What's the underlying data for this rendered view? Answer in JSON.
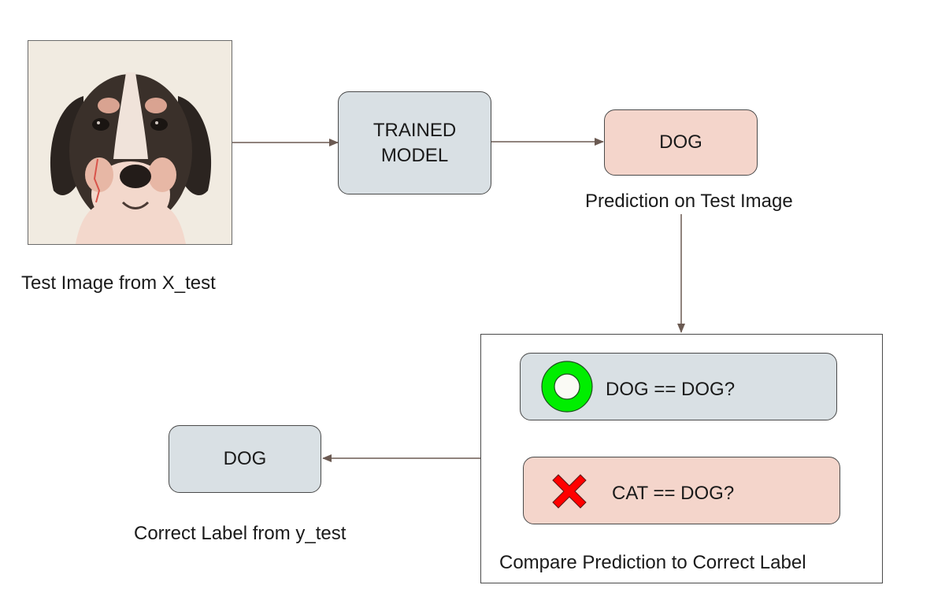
{
  "input_image": {
    "caption": "Test Image from X_test",
    "icon": "puppy-photo"
  },
  "model": {
    "label": "TRAINED\nMODEL"
  },
  "prediction": {
    "label": "DOG",
    "caption": "Prediction on Test Image"
  },
  "compare": {
    "caption": "Compare Prediction to Correct Label",
    "correct_case": {
      "text": "DOG == DOG?",
      "icon": "green-ring-icon",
      "color": "#00ee00"
    },
    "wrong_case": {
      "text": "CAT == DOG?",
      "icon": "red-x-icon",
      "color": "#ff0000"
    }
  },
  "correct_label": {
    "label": "DOG",
    "caption": "Correct Label from y_test"
  },
  "colors": {
    "gray_box": "#d9e0e4",
    "pink_box": "#f4d5cb",
    "arrow": "#6b5a52"
  }
}
